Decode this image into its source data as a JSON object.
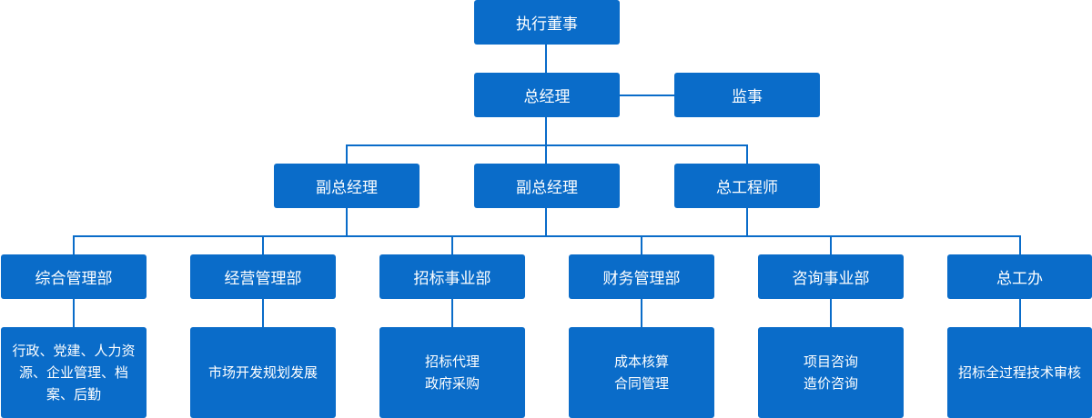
{
  "top": {
    "executive_director": "执行董事",
    "general_manager": "总经理",
    "supervisor": "监事"
  },
  "deputies": [
    "副总经理",
    "副总经理",
    "总工程师"
  ],
  "departments": [
    {
      "name": "综合管理部",
      "duties": "行政、党建、人力资源、企业管理、档案、后勤"
    },
    {
      "name": "经营管理部",
      "duties": "市场开发规划发展"
    },
    {
      "name": "招标事业部",
      "duties": [
        "招标代理",
        "政府采购"
      ]
    },
    {
      "name": "财务管理部",
      "duties": [
        "成本核算",
        "合同管理"
      ]
    },
    {
      "name": "咨询事业部",
      "duties": [
        "项目咨询",
        "造价咨询"
      ]
    },
    {
      "name": "总工办",
      "duties": "招标全过程技术审核"
    }
  ],
  "colors": {
    "box": "#0a6cc9",
    "text": "#ffffff",
    "line": "#0a6cc9"
  }
}
